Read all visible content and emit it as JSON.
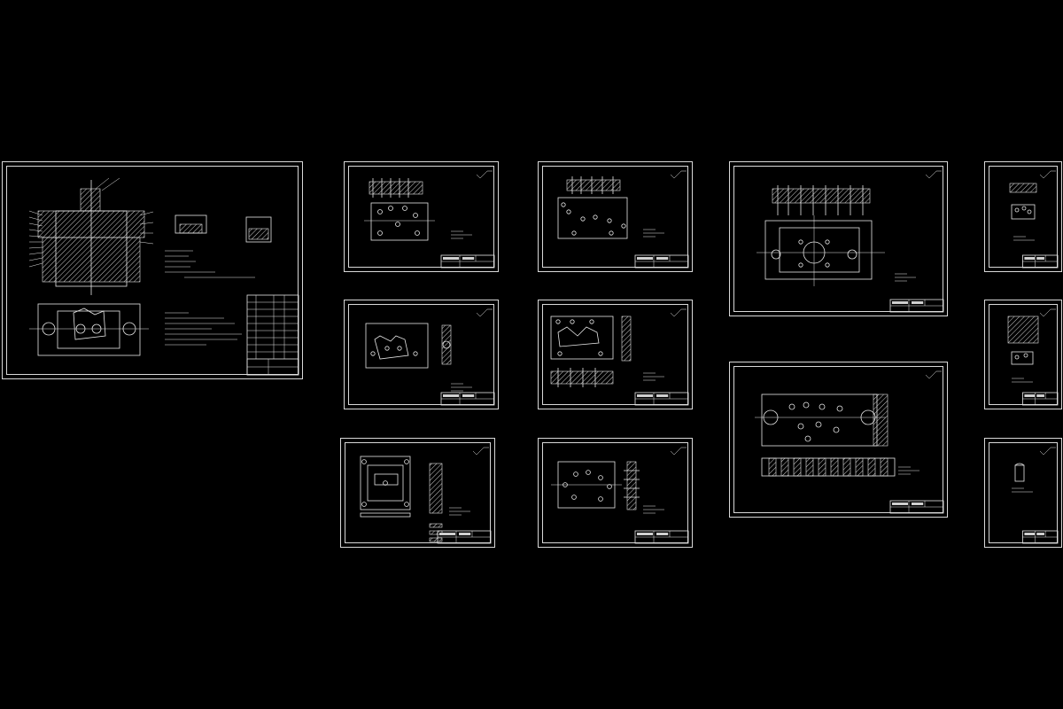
{
  "canvas": {
    "background": "#000000",
    "line_color": "#e6e6e6"
  },
  "sheets": [
    {
      "id": "assembly",
      "kind": "assembly"
    },
    {
      "id": "part-1",
      "kind": "plate"
    },
    {
      "id": "part-2",
      "kind": "plate"
    },
    {
      "id": "part-3",
      "kind": "large-plate"
    },
    {
      "id": "part-4",
      "kind": "small"
    },
    {
      "id": "part-5",
      "kind": "profile"
    },
    {
      "id": "part-6",
      "kind": "profile"
    },
    {
      "id": "part-7",
      "kind": "small"
    },
    {
      "id": "part-8",
      "kind": "large-plate-sections"
    },
    {
      "id": "part-9",
      "kind": "plate-sections"
    },
    {
      "id": "part-10",
      "kind": "plate-sections"
    },
    {
      "id": "part-11",
      "kind": "small"
    }
  ]
}
